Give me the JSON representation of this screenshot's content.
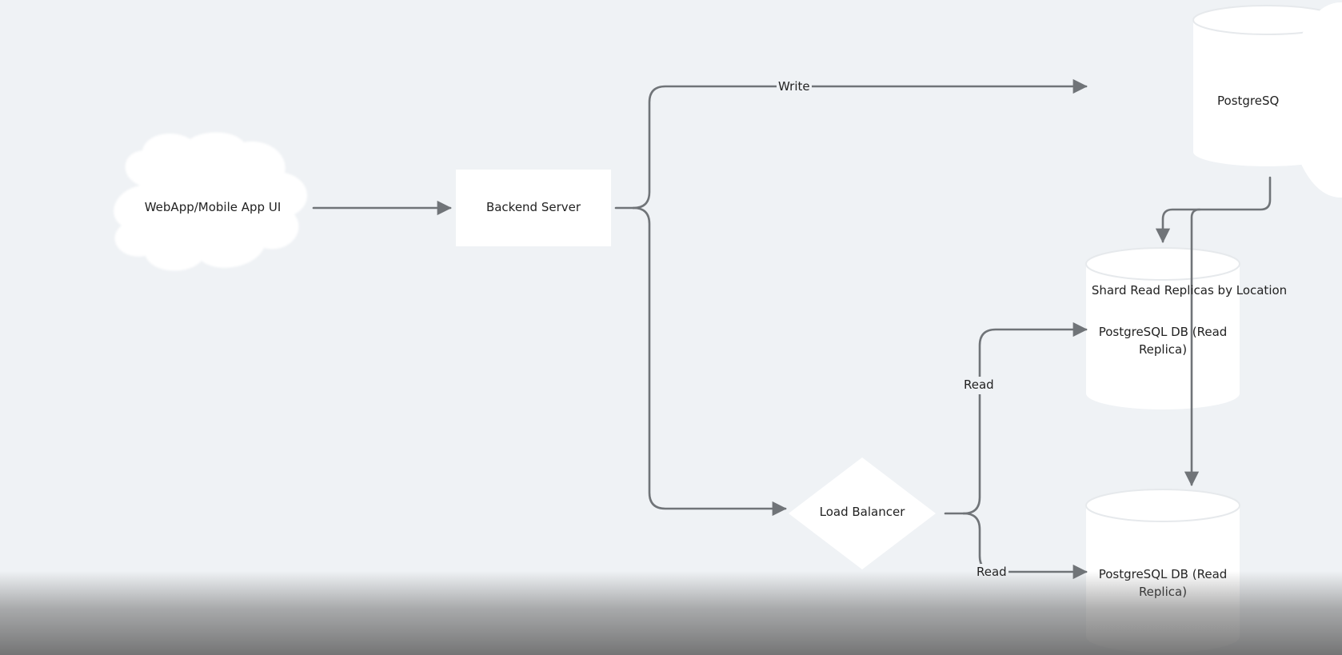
{
  "nodes": {
    "client": "WebApp/Mobile App UI",
    "backend": "Backend Server",
    "primary_db": "PostgreSQ",
    "load_balancer": "Load Balancer",
    "replica_group": "Shard Read Replicas by Location",
    "replica_1": "PostgreSQL DB (Read Replica)",
    "replica_2": "PostgreSQL DB (Read Replica)"
  },
  "edges": {
    "write": "Write",
    "read_1": "Read",
    "read_2": "Read"
  },
  "colors": {
    "background": "#eff2f5",
    "node_fill": "#ffffff",
    "connector": "#707478",
    "text": "#222222"
  }
}
